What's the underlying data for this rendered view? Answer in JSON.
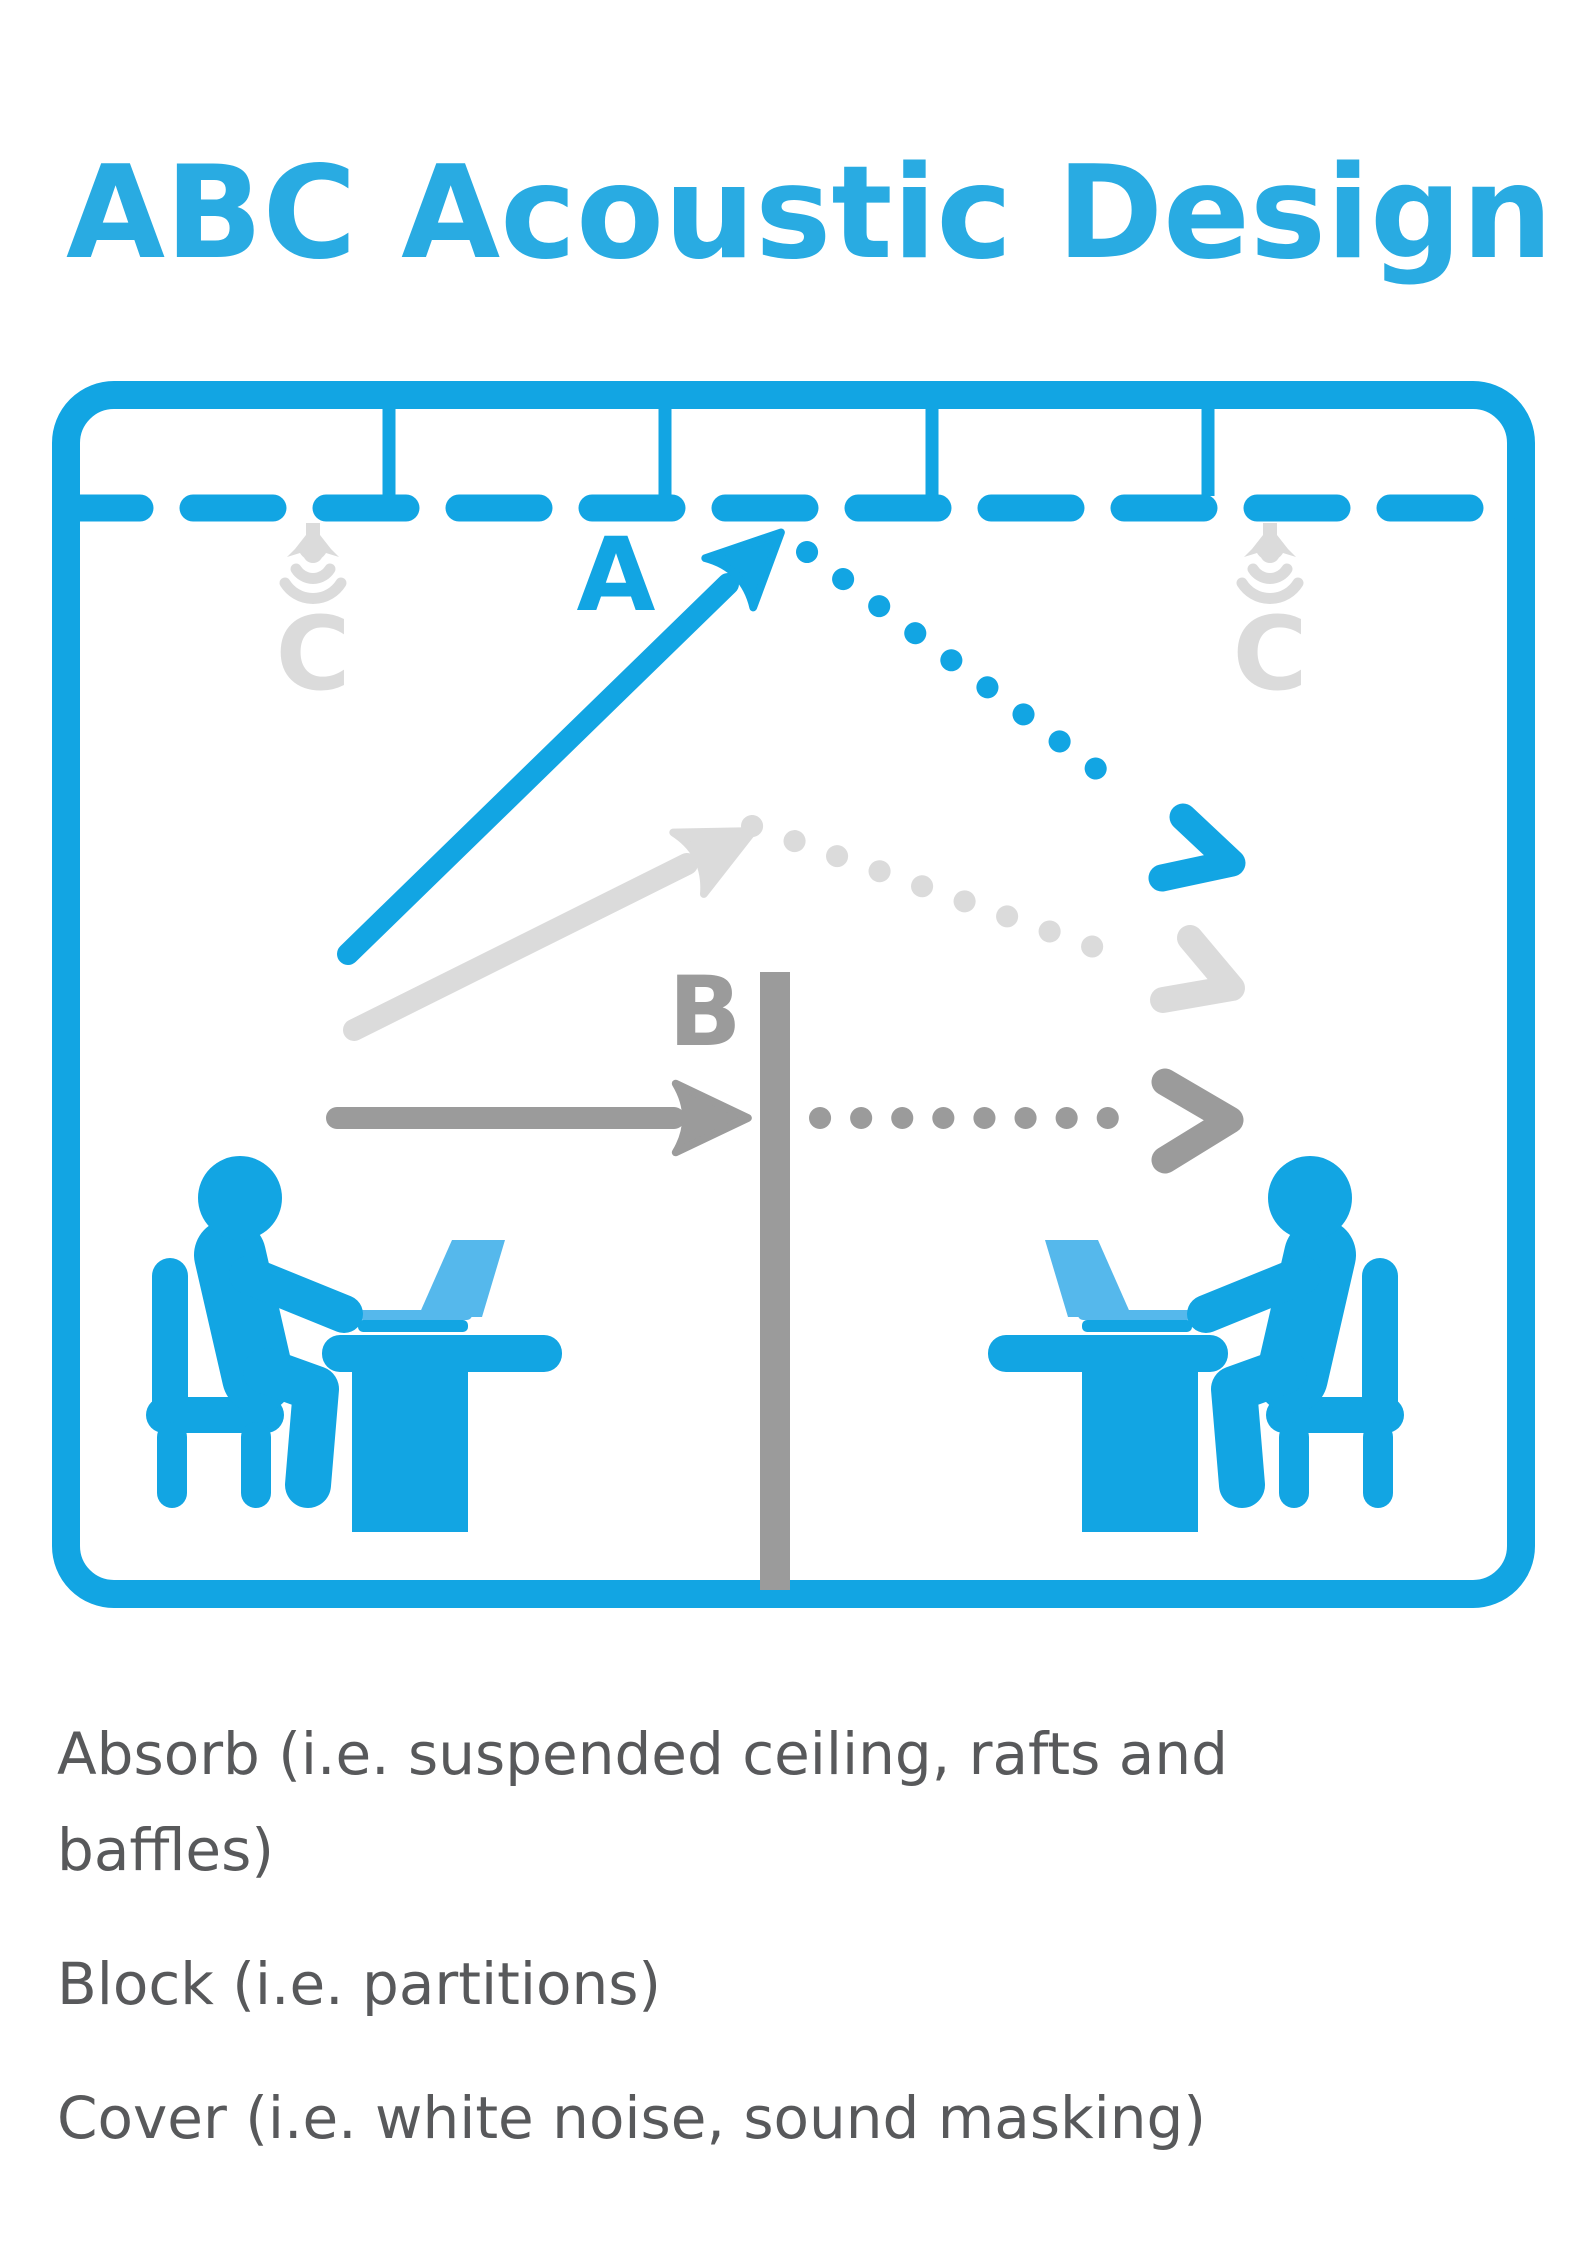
{
  "title": "ABC Acoustic Design",
  "colors": {
    "blue": "#12a5e3",
    "title_blue": "#29abe2",
    "laptop_screen": "#55b8ec",
    "light_gray": "#dbdbdb",
    "mid_gray": "#9b9b9b",
    "text_gray": "#58595b",
    "background": "#ffffff"
  },
  "diagram": {
    "label_a": "A",
    "label_b": "B",
    "label_c_left": "C",
    "label_c_right": "C"
  },
  "legend": {
    "items": [
      {
        "text": "Absorb (i.e. suspended ceiling, rafts and baffles)"
      },
      {
        "text": "Block (i.e. partitions)"
      },
      {
        "text": "Cover (i.e. white noise, sound masking)"
      }
    ]
  }
}
